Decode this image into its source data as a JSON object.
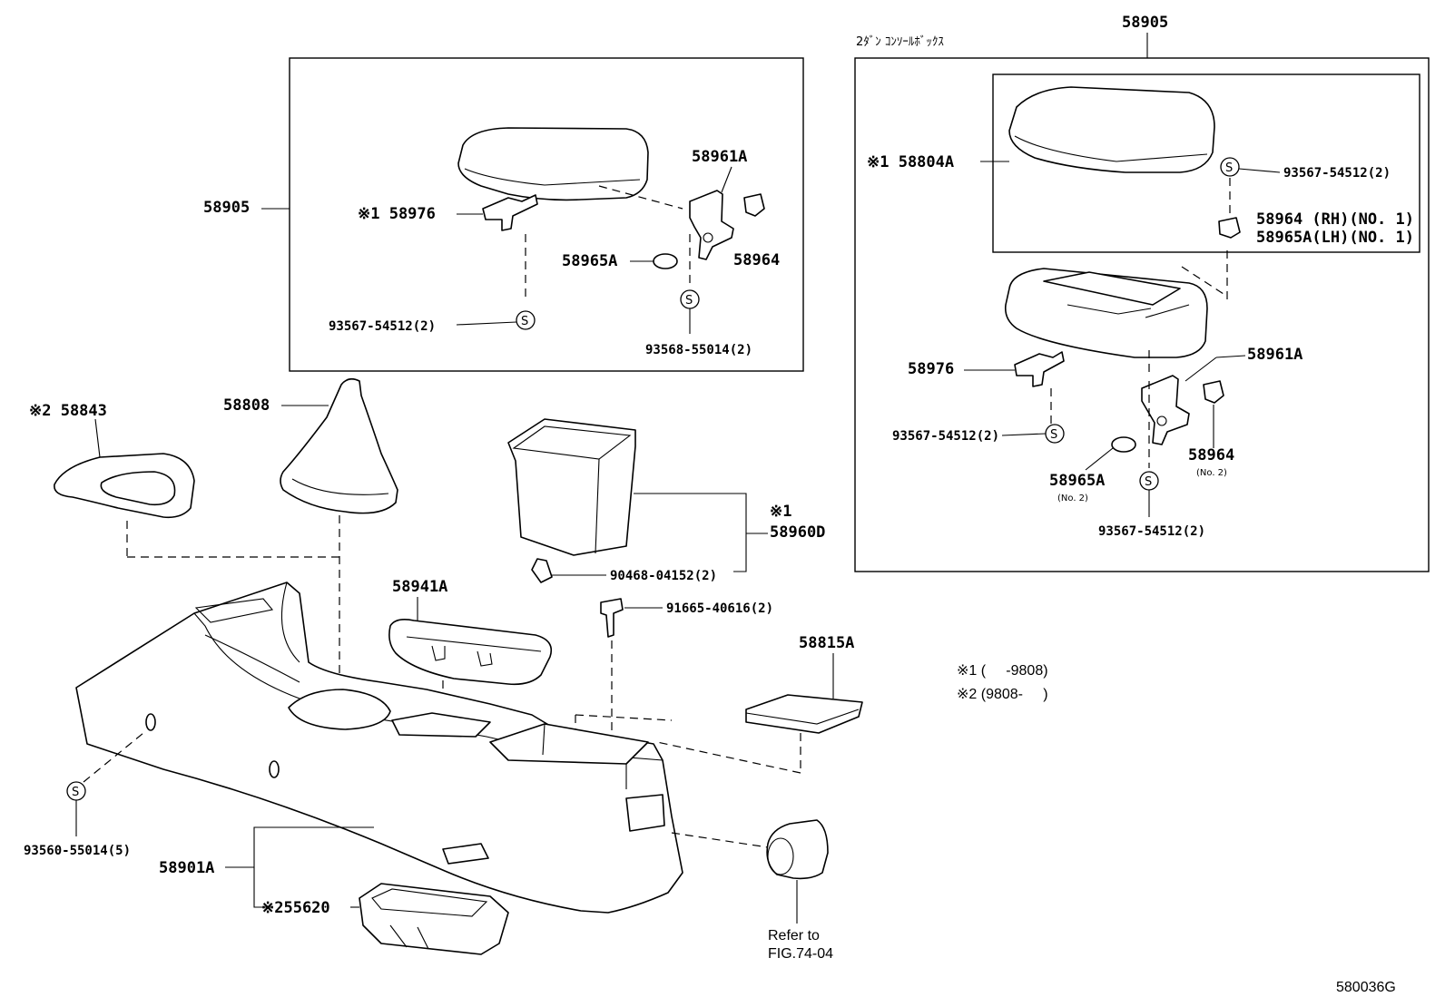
{
  "diagram": {
    "figure_code": "580036G",
    "title_jp": "2ﾀﾞﾝ ｺﾝｿｰﾙﾎﾞｯｸｽ",
    "screw_symbol": "S",
    "notes": {
      "note1": "※1 (     -9808)",
      "note2": "※2 (9808-     )"
    },
    "refer": {
      "line1": "Refer to",
      "line2": "FIG.74-04"
    }
  },
  "parts_left": {
    "p58905": "58905",
    "p58976": "※1 58976",
    "p58961A": "58961A",
    "p58965A": "58965A",
    "p58964": "58964",
    "p93567": "93567-54512(2)",
    "p93568": "93568-55014(2)"
  },
  "parts_main": {
    "p58843": "※2 58843",
    "p58808": "58808",
    "p58960D_mark": "※1",
    "p58960D": "58960D",
    "p90468": "90468-04152(2)",
    "p91665": "91665-40616(2)",
    "p58941A": "58941A",
    "p58815A": "58815A",
    "p93560": "93560-55014(5)",
    "p58901A": "58901A",
    "p55620": "※255620"
  },
  "parts_right": {
    "p58905": "58905",
    "p58804A": "※1 58804A",
    "p93567_top": "93567-54512(2)",
    "p58964_rh": "58964 (RH)(NO. 1)",
    "p58965A_lh": "58965A(LH)(NO. 1)",
    "p58976": "58976",
    "p58961A": "58961A",
    "p93567_mid": "93567-54512(2)",
    "p58964": "58964",
    "p58964_no": "(No. 2)",
    "p58965A": "58965A",
    "p58965A_no": "(No. 2)",
    "p93567_bot": "93567-54512(2)"
  }
}
